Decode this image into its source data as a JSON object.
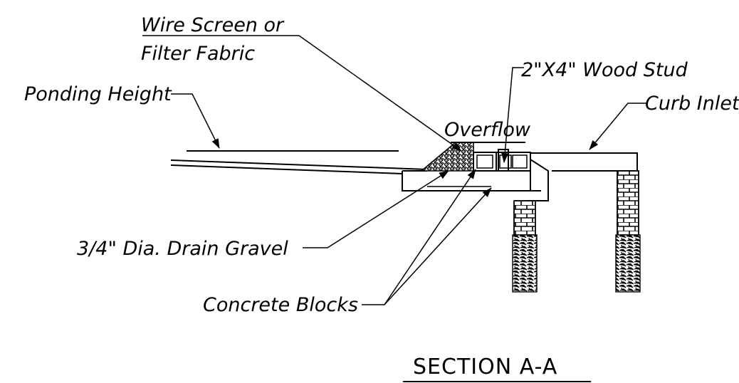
{
  "labels": {
    "wire_screen_line1": "Wire Screen or",
    "wire_screen_line2": "Filter Fabric",
    "wood_stud": "2\"X4\" Wood Stud",
    "ponding_height": "Ponding Height",
    "curb_inlet": "Curb Inlet",
    "overflow": "Overflow",
    "drain_gravel": "3/4\" Dia. Drain Gravel",
    "concrete_blocks": "Concrete Blocks",
    "section_title": "SECTION A-A"
  }
}
